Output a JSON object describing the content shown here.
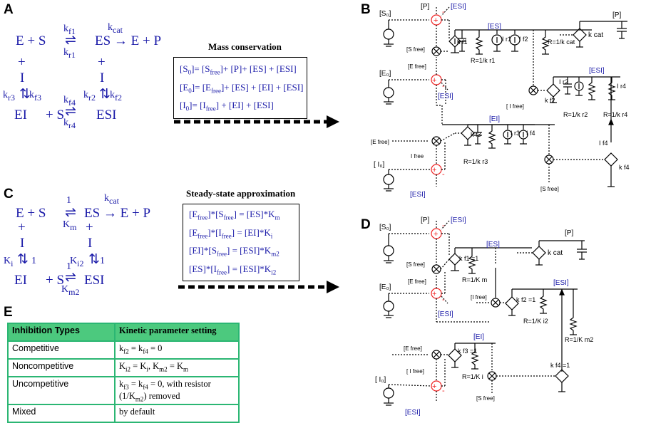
{
  "panels": {
    "a": "A",
    "b": "B",
    "c": "C",
    "d": "D",
    "e": "E"
  },
  "panel_a": {
    "row1": "E  +  S",
    "kf1": "k",
    "kf1s": "f1",
    "kr1": "k",
    "kr1s": "r1",
    "es_arrow": "ES → E + P",
    "kcat": "k",
    "kcats": "cat",
    "plus_left": "+",
    "plus_right": "+",
    "i_left": "I",
    "i_right": "I",
    "kr3": "k",
    "kr3s": "r3",
    "kf3": "k",
    "kf3s": "f3",
    "kf4": "k",
    "kf4s": "f4",
    "kr2": "k",
    "kr2s": "r2",
    "kf2": "k",
    "kf2s": "f2",
    "ei": "EI",
    "plus_s": "+ S",
    "esi": "ESI",
    "kr4": "k",
    "kr4s": "r4"
  },
  "mass_conservation": {
    "title": "Mass conservation",
    "eq1": "[S₀]= [S_free]+ [P]+ [ES] + [ESI]",
    "eq2": "[E₀]= [E_free]+ [ES] + [EI] + [ESI]",
    "eq3": "[I₀]= [I_free] + [EI] + [ESI]"
  },
  "panel_c": {
    "row1": "E  +  S",
    "one_top": "1",
    "km": "K",
    "kms": "m",
    "es_arrow": "ES → E + P",
    "kcat": "k",
    "kcats": "cat",
    "plus_left": "+",
    "plus_right": "+",
    "i_left": "I",
    "i_right": "I",
    "ki": "K",
    "kis": "i",
    "one_left": "1",
    "ki2": "K",
    "ki2s": "i2",
    "one_right": "1",
    "ei": "EI",
    "plus_s": "+ S",
    "one_bottom": "1",
    "km2": "K",
    "km2s": "m2",
    "esi": "ESI"
  },
  "steady_state": {
    "title": "Steady-state approximation",
    "eq1": "[E_free]*[S_free] = [ES]*K_m",
    "eq2": "[E_free]*[I_free] = [EI]*K_i",
    "eq3": "[EI]*[S_free] = [ESI]*K_m2",
    "eq4": "[ES]*[I_free] = [ESI]*K_i2"
  },
  "table": {
    "header": [
      "Inhibition Types",
      "Kinetic parameter setting"
    ],
    "rows": [
      [
        "Competitive",
        "k_f2 = k_f4 = 0"
      ],
      [
        "Noncompetitive",
        "K_i2 = K_i, K_m2 = K_m"
      ],
      [
        "Uncompetitive",
        "k_f3 = k_f4 = 0, with resistor (1/K_m2) removed"
      ],
      [
        "Mixed",
        "by default"
      ]
    ]
  },
  "circuit_b": {
    "s0": "[S₀]",
    "p_top": "[P]",
    "esi_top": "[ESI]",
    "sfree": "[S free]",
    "kf1": "k f1",
    "es": "[ES]",
    "p_right": "[P]",
    "kcat": "k cat",
    "ir1": "I r1",
    "if2": "I f2",
    "r_kr1": "R=1/k r1",
    "r_kcat": "R=1/k cat",
    "efree": "[E free]",
    "e0": "[E₀]",
    "esi_mid": "[ESI]",
    "esi_node": "[ESI]",
    "ifree": "[ I free]",
    "kf2": "k f2",
    "ir2": "I r2",
    "ir4": "I r4",
    "r_kr2": "R=1/k r2",
    "r_kr4": "R=1/k r4",
    "ei": "[EI]",
    "efree2": "[E free]",
    "kf3": "k f3",
    "ir3": "I r3",
    "if4": "I f4",
    "r_kr3": "R=1/k r3",
    "ifree2": "I free",
    "i0": "[ I₀]",
    "esi_bot": "[ESI]",
    "sfree2": "[S free]",
    "if4b": "I f4",
    "kf4": "k f4"
  },
  "circuit_d": {
    "s0": "[S₀]",
    "p_top": "[P]",
    "esi_top": "[ESI]",
    "sfree": "[S free]",
    "kf1": "k f1 =1",
    "es": "[ES]",
    "p_right": "[P]",
    "kcat": "k cat",
    "r_km": "R=1/K m",
    "efree": "[E free]",
    "e0": "[E₀]",
    "esi_mid": "[ESI]",
    "ifree": "[I free]",
    "kf2": "k f2 =1",
    "esi_node": "[ESI]",
    "r_ki2": "R=1/K i2",
    "r_km2": "R=1/K m2",
    "efree2": "[E free]",
    "ei": "[EI]",
    "kf3": "k f3 =1",
    "r_ki": "R=1/K i",
    "ifree2": "[ I free]",
    "i0": "[ I₀]",
    "sfree2": "[S free]",
    "kf4": "k f4 =1",
    "esi_bot": "[ESI]"
  }
}
